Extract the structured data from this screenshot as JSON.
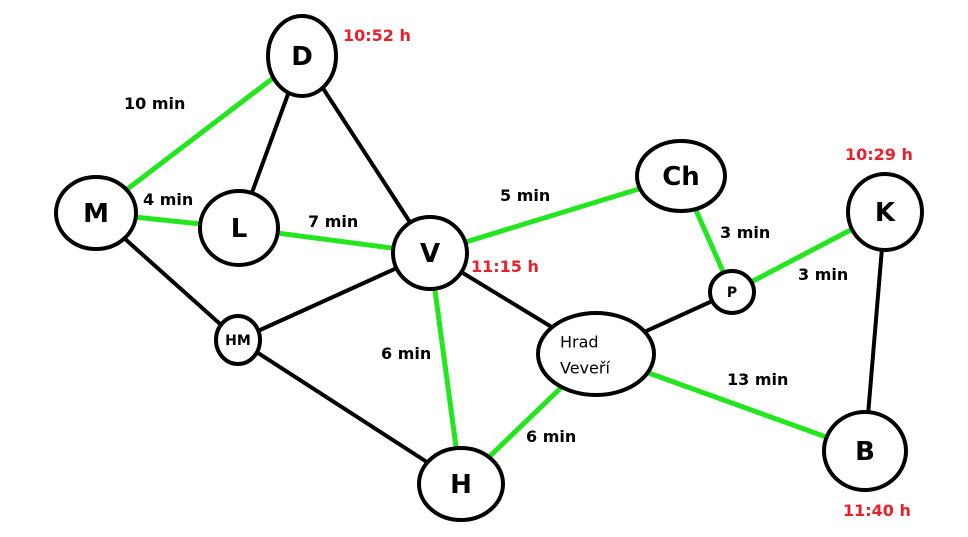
{
  "diagram": {
    "colors": {
      "optimal_edge": "#22e61e",
      "edge": "#000000",
      "time_label": "#e8202a"
    },
    "nodes": [
      {
        "id": "D",
        "label": "D"
      },
      {
        "id": "M",
        "label": "M"
      },
      {
        "id": "L",
        "label": "L"
      },
      {
        "id": "V",
        "label": "V"
      },
      {
        "id": "HM",
        "label": "HM"
      },
      {
        "id": "H",
        "label": "H"
      },
      {
        "id": "Ch",
        "label": "Ch"
      },
      {
        "id": "P",
        "label": "P"
      },
      {
        "id": "K",
        "label": "K"
      },
      {
        "id": "HV",
        "label": "Hrad Veveří",
        "lines": [
          "Hrad",
          "Veveří"
        ]
      },
      {
        "id": "B",
        "label": "B"
      }
    ],
    "edges": [
      {
        "from": "M",
        "to": "D",
        "label": "10 min",
        "highlighted": true
      },
      {
        "from": "D",
        "to": "L",
        "label": "",
        "highlighted": false
      },
      {
        "from": "D",
        "to": "V",
        "label": "",
        "highlighted": false
      },
      {
        "from": "M",
        "to": "L",
        "label": "4 min",
        "highlighted": true
      },
      {
        "from": "L",
        "to": "V",
        "label": "7 min",
        "highlighted": true
      },
      {
        "from": "M",
        "to": "HM",
        "label": "",
        "highlighted": false
      },
      {
        "from": "HM",
        "to": "V",
        "label": "",
        "highlighted": false
      },
      {
        "from": "HM",
        "to": "H",
        "label": "",
        "highlighted": false
      },
      {
        "from": "V",
        "to": "H",
        "label": "6 min",
        "highlighted": true
      },
      {
        "from": "V",
        "to": "Ch",
        "label": "5 min",
        "highlighted": true
      },
      {
        "from": "V",
        "to": "HV",
        "label": "",
        "highlighted": false
      },
      {
        "from": "HV",
        "to": "H",
        "label": "6 min",
        "highlighted": true
      },
      {
        "from": "Ch",
        "to": "P",
        "label": "3 min",
        "highlighted": true
      },
      {
        "from": "P",
        "to": "K",
        "label": "3 min",
        "highlighted": true
      },
      {
        "from": "HV",
        "to": "P",
        "label": "",
        "highlighted": false
      },
      {
        "from": "HV",
        "to": "B",
        "label": "13 min",
        "highlighted": true
      },
      {
        "from": "K",
        "to": "B",
        "label": "",
        "highlighted": false
      }
    ],
    "times": [
      {
        "node": "D",
        "label": "10:52 h"
      },
      {
        "node": "V",
        "label": "11:15 h"
      },
      {
        "node": "K",
        "label": "10:29 h"
      },
      {
        "node": "B",
        "label": "11:40 h"
      }
    ]
  }
}
